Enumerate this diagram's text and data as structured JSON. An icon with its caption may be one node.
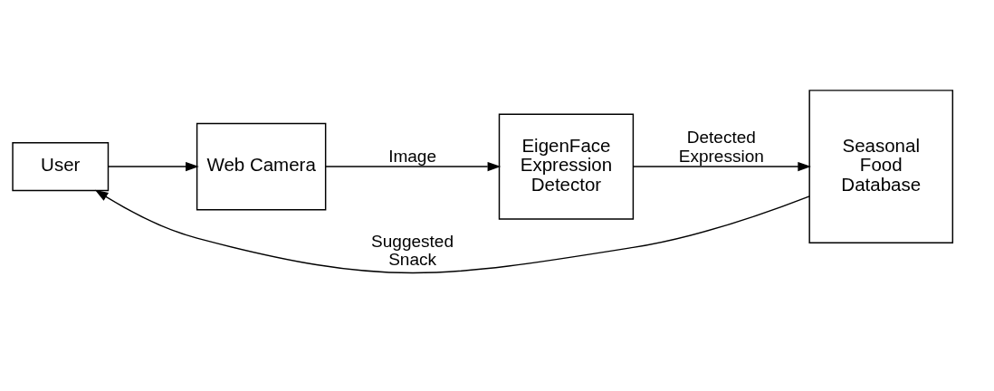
{
  "diagram": {
    "nodes": [
      {
        "text": [
          "User"
        ]
      },
      {
        "text": [
          "Web Camera"
        ]
      },
      {
        "text": [
          "EigenFace Expression Detector"
        ]
      },
      {
        "text": [
          "Seasonal Food Database"
        ]
      }
    ],
    "edges": [
      {
        "from": 0,
        "to": 1,
        "arrow": "to"
      },
      {
        "from": 1,
        "to": 2,
        "arrow": "to",
        "label": "Image"
      },
      {
        "from": 2,
        "to": 3,
        "arrow": "to",
        "label": "Detected Expression"
      },
      {
        "from": 3,
        "to": 0,
        "arrow": "to",
        "label": "Suggested Snack"
      }
    ]
  }
}
